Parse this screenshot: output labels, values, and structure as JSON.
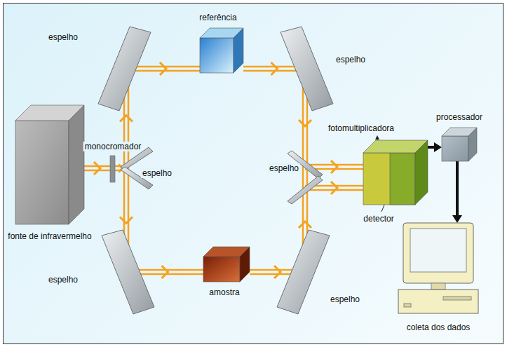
{
  "diagram": {
    "nodes": [
      {
        "text": [
          "fonte de infravermelho"
        ]
      },
      {
        "text": [
          "monocromador"
        ]
      },
      {
        "text": [
          "espelho"
        ]
      },
      {
        "text": [
          "espelho"
        ]
      },
      {
        "text": [
          "referência"
        ]
      },
      {
        "text": [
          "espelho"
        ]
      },
      {
        "text": [
          "espelho"
        ]
      },
      {
        "text": [
          "amostra"
        ]
      },
      {
        "text": [
          "espelho"
        ]
      },
      {
        "text": [
          "espelho"
        ]
      },
      {
        "text": [
          "fotomultiplicadora",
          "detector"
        ]
      },
      {
        "text": [
          "processador"
        ]
      },
      {
        "text": [
          "coleta dos dados"
        ]
      }
    ],
    "edges": [
      {
        "from": 0,
        "to": 1,
        "arrow": "to"
      },
      {
        "from": 1,
        "to": 2,
        "arrow": "to"
      },
      {
        "from": 2,
        "to": 3,
        "arrow": "to"
      },
      {
        "from": 3,
        "to": 4,
        "arrow": "to"
      },
      {
        "from": 4,
        "to": 5,
        "arrow": "to"
      },
      {
        "from": 5,
        "to": 9,
        "arrow": "to"
      },
      {
        "from": 2,
        "to": 6,
        "arrow": "to"
      },
      {
        "from": 6,
        "to": 7,
        "arrow": "to"
      },
      {
        "from": 7,
        "to": 8,
        "arrow": "to"
      },
      {
        "from": 8,
        "to": 9,
        "arrow": "to"
      },
      {
        "from": 9,
        "to": 10,
        "arrow": "to"
      },
      {
        "from": 9,
        "to": 10,
        "arrow": "to"
      },
      {
        "from": 10,
        "to": 11,
        "arrow": "to"
      },
      {
        "from": 11,
        "to": 12,
        "arrow": "to"
      }
    ]
  }
}
